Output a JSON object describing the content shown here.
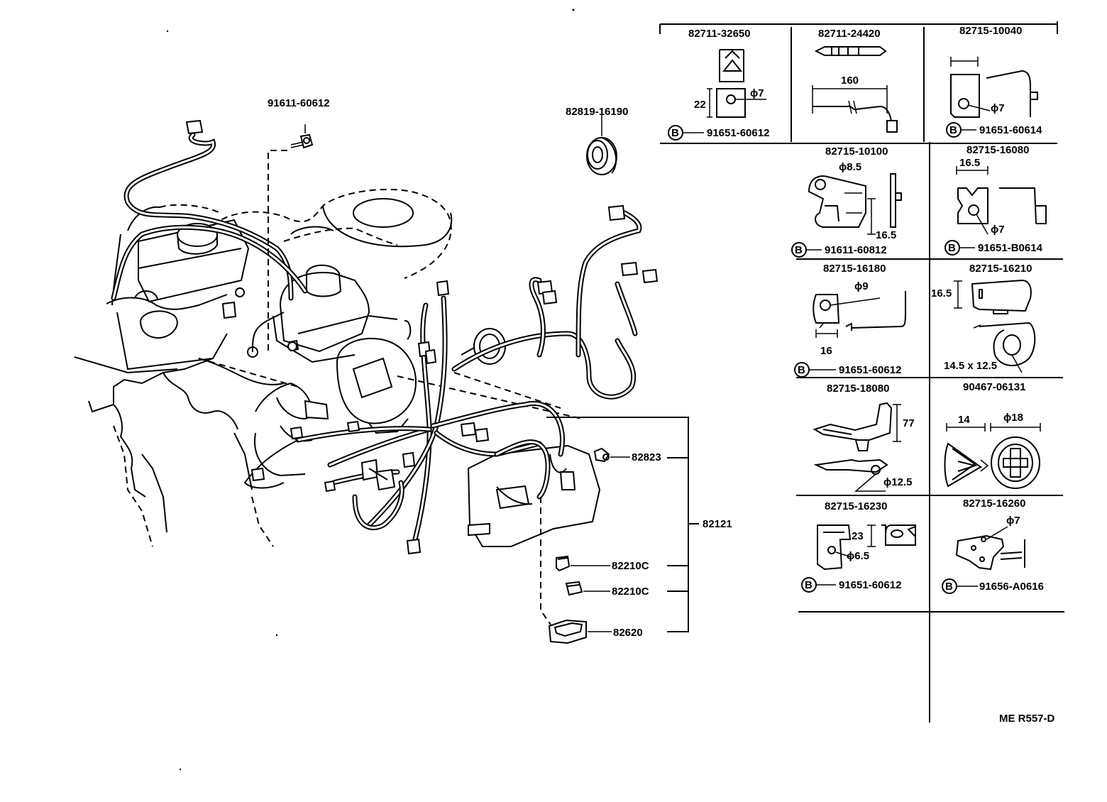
{
  "main_labels": {
    "bolt": "91611-60612",
    "grommet": "82819-16190",
    "clamp": "82823",
    "relay_1": "82210C",
    "relay_2": "82210C",
    "block": "82620",
    "harness": "82121"
  },
  "table_cells": [
    {
      "part": "82711-32650",
      "dims": [
        "22",
        "ϕ7"
      ],
      "bolt": "91651-60612"
    },
    {
      "part": "82711-24420",
      "dims": [
        "160"
      ],
      "bolt": ""
    },
    {
      "part": "82715-10040",
      "dims": [
        "ϕ7"
      ],
      "bolt": "91651-60614"
    },
    {
      "part": "82715-10100",
      "dims": [
        "ϕ8.5",
        "16.5"
      ],
      "bolt": "91611-60812"
    },
    {
      "part": "82715-16080",
      "dims": [
        "16.5",
        "ϕ7"
      ],
      "bolt": "91651-B0614"
    },
    {
      "part": "82715-16180",
      "dims": [
        "ϕ9",
        "16"
      ],
      "bolt": "91651-60612"
    },
    {
      "part": "82715-16210",
      "dims": [
        "16.5",
        "14.5 x 12.5"
      ],
      "bolt": ""
    },
    {
      "part": "82715-18080",
      "dims": [
        "77",
        "ϕ12.5"
      ],
      "bolt": ""
    },
    {
      "part": "90467-06131",
      "dims": [
        "14",
        "ϕ18"
      ],
      "bolt": ""
    },
    {
      "part": "82715-16230",
      "dims": [
        "23",
        "ϕ6.5"
      ],
      "bolt": "91651-60612"
    },
    {
      "part": "82715-16260",
      "dims": [
        "ϕ7"
      ],
      "bolt": "91656-A0616"
    }
  ],
  "bolt_symbol": "B",
  "ref_code": "ME R557-D"
}
